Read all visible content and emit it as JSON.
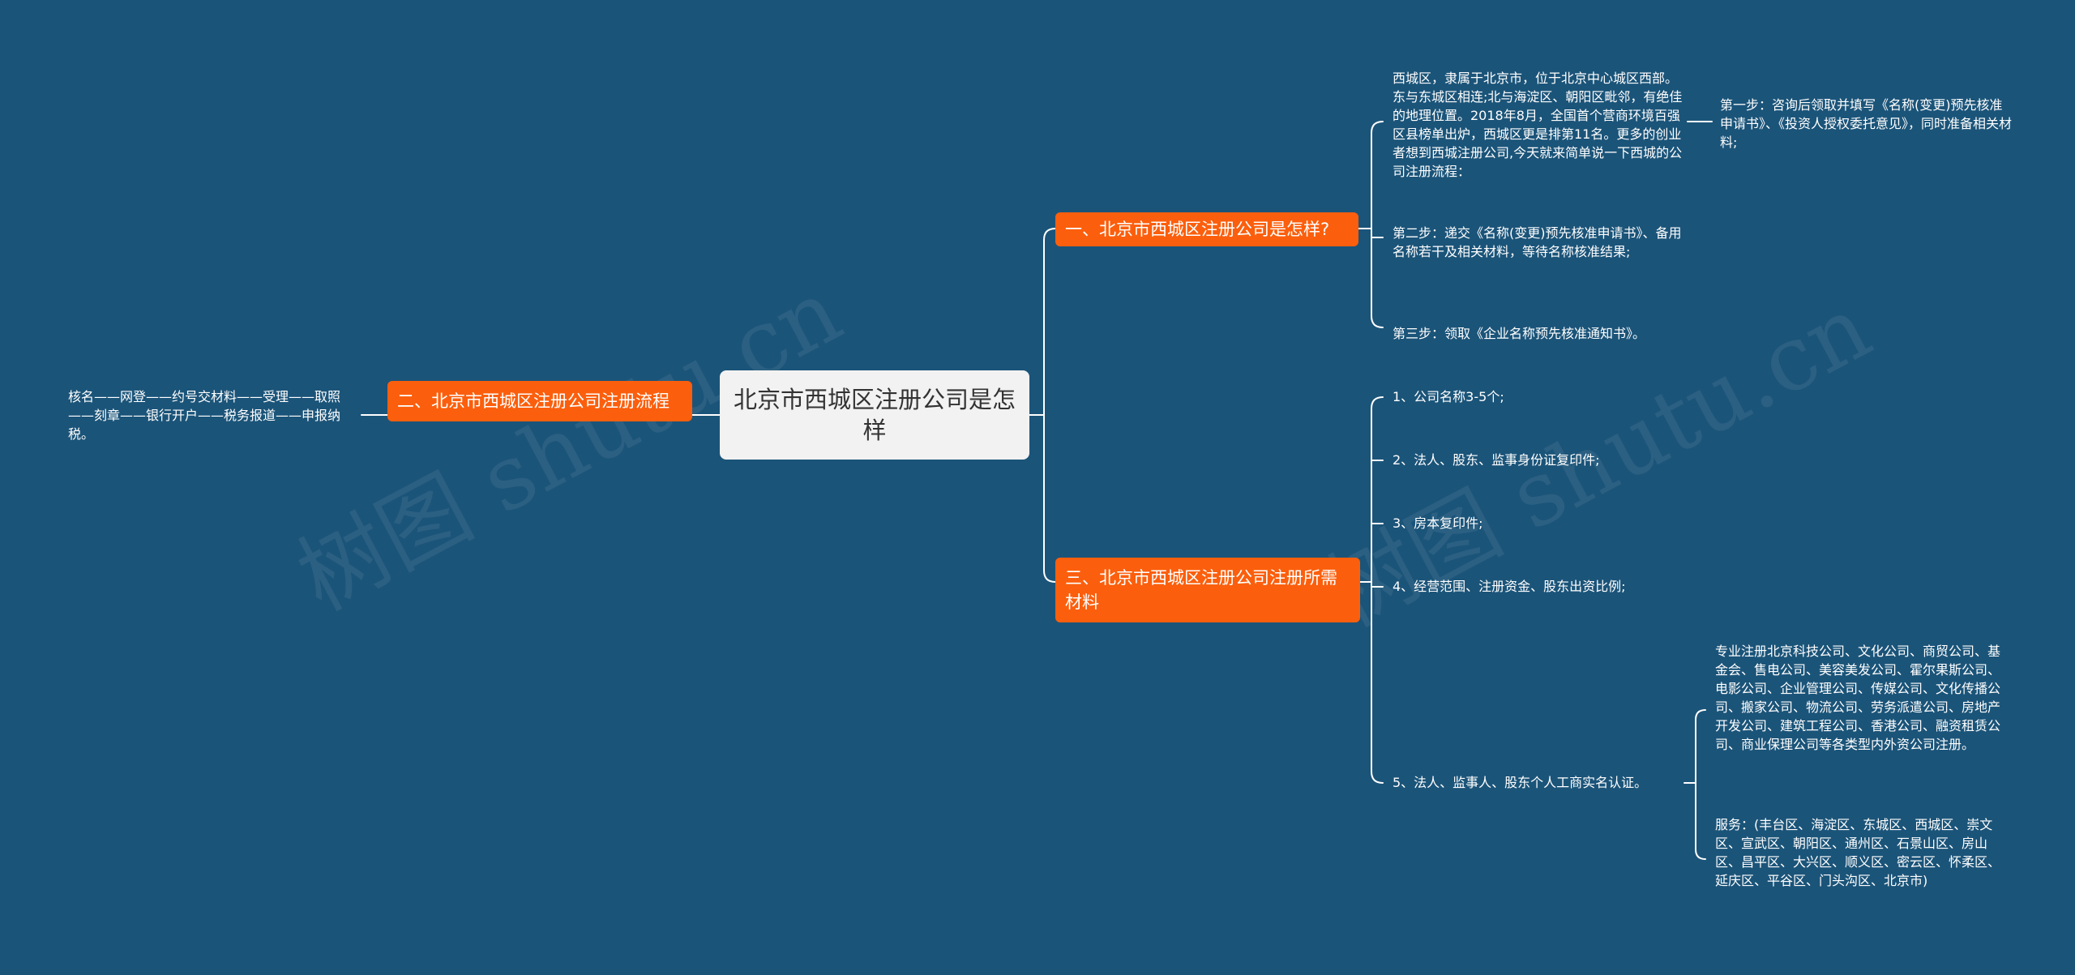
{
  "watermark": "树图 shutu.cn",
  "root": {
    "label": "北京市西城区注册公司是怎样"
  },
  "branch_left": {
    "label": "二、北京市西城区注册公司注册流程",
    "leaf": "核名——网登——约号交材料——受理——取照——刻章——银行开户——税务报道——申报纳税。"
  },
  "branch_top": {
    "label": "一、北京市西城区注册公司是怎样?",
    "intro": "西城区，隶属于北京市，位于北京中心城区西部。东与东城区相连;北与海淀区、朝阳区毗邻，有绝佳的地理位置。2018年8月，全国首个营商环境百强区县榜单出炉，西城区更是排第11名。更多的创业者想到西城注册公司,今天就来简单说一下西城的公司注册流程：",
    "step1": "第一步：咨询后领取并填写《名称(变更)预先核准申请书》、《投资人授权委托意见》，同时准备相关材料;",
    "step2": "第二步：递交《名称(变更)预先核准申请书》、备用名称若干及相关材料，等待名称核准结果;",
    "step3": "第三步：领取《企业名称预先核准通知书》。"
  },
  "branch_bottom": {
    "label": "三、北京市西城区注册公司注册所需材料",
    "items": [
      "1、公司名称3-5个;",
      "2、法人、股东、监事身份证复印件;",
      "3、房本复印件;",
      "4、经营范围、注册资金、股东出资比例;",
      "5、法人、监事人、股东个人工商实名认证。"
    ],
    "sub1": "专业注册北京科技公司、文化公司、商贸公司、基金会、售电公司、美容美发公司、霍尔果斯公司、电影公司、企业管理公司、传媒公司、文化传播公司、搬家公司、物流公司、劳务派遣公司、房地产开发公司、建筑工程公司、香港公司、融资租赁公司、商业保理公司等各类型内外资公司注册。",
    "sub2": "服务：(丰台区、海淀区、东城区、西城区、崇文区、宣武区、朝阳区、通州区、石景山区、房山区、昌平区、大兴区、顺义区、密云区、怀柔区、延庆区、平谷区、门头沟区、北京市)"
  },
  "colors": {
    "background": "#1b5479",
    "branch": "#fb5f0d",
    "root": "#f2f2f2",
    "line": "#ffffff"
  }
}
